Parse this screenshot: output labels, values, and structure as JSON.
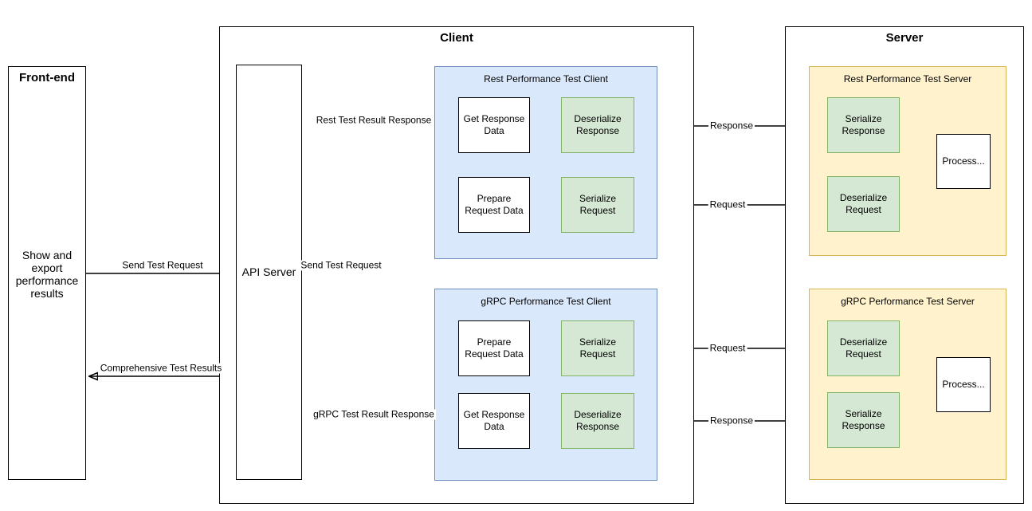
{
  "colors": {
    "blue_fill": "#dae8fc",
    "blue_border": "#6c8ebf",
    "green_fill": "#d5e8d4",
    "green_border": "#82b366",
    "yellow_fill": "#fff2cc",
    "yellow_border": "#d6b656"
  },
  "frontend": {
    "title": "Front-end",
    "body": "Show and\nexport\nperformance\nresults"
  },
  "client": {
    "title": "Client",
    "api_server_label": "API Server",
    "rest": {
      "title": "Rest Performance Test Client",
      "get_response": "Get Response\nData",
      "deserialize": "Deserialize\nResponse",
      "prepare": "Prepare\nRequest Data",
      "serialize": "Serialize\nRequest"
    },
    "grpc": {
      "title": "gRPC Performance Test Client",
      "prepare": "Prepare\nRequest Data",
      "serialize": "Serialize\nRequest",
      "get_response": "Get Response\nData",
      "deserialize": "Deserialize\nResponse"
    }
  },
  "server": {
    "title": "Server",
    "rest": {
      "title": "Rest Performance Test Server",
      "serialize": "Serialize\nResponse",
      "deserialize": "Deserialize\nRequest",
      "process": "Process..."
    },
    "grpc": {
      "title": "gRPC Performance Test Server",
      "deserialize": "Deserialize\nRequest",
      "serialize": "Serialize\nResponse",
      "process": "Process..."
    }
  },
  "edges": {
    "send_test_request_frontend": "Send Test Request",
    "comprehensive_results": "Comprehensive Test Results",
    "send_test_request_api": "Send Test Request",
    "rest_result_response": "Rest Test Result Response",
    "grpc_result_response": "gRPC Test Result Response",
    "request_rest": "Request",
    "response_rest": "Response",
    "request_grpc": "Request",
    "response_grpc": "Response"
  }
}
